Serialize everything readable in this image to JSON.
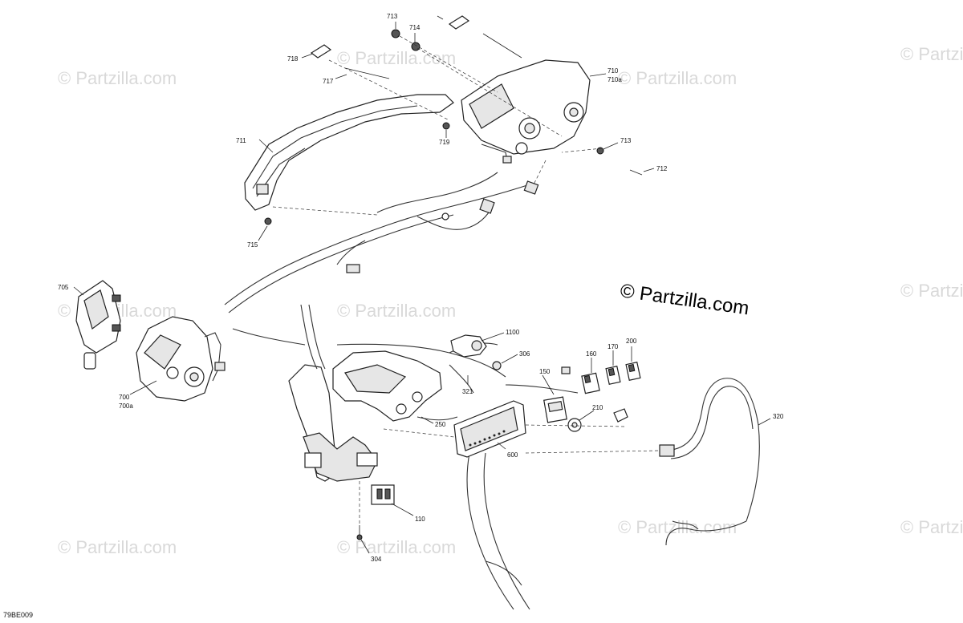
{
  "watermark": {
    "text": "© Partzilla.com",
    "main_text": "© Partzilla.com"
  },
  "diagram_code": "79BE009",
  "callouts": {
    "c713a": "713",
    "c714": "714",
    "c718": "718",
    "c717": "717",
    "c710": "710",
    "c710a": "710a",
    "c711": "711",
    "c719": "719",
    "c713b": "713",
    "c712": "712",
    "c715": "715",
    "c705": "705",
    "c700": "700",
    "c700a": "700a",
    "c1100": "1100",
    "c306": "306",
    "c160": "160",
    "c170": "170",
    "c200": "200",
    "c150": "150",
    "c321": "321",
    "c250": "250",
    "c210": "210",
    "c320": "320",
    "c600": "600",
    "c110": "110",
    "c304": "304"
  }
}
